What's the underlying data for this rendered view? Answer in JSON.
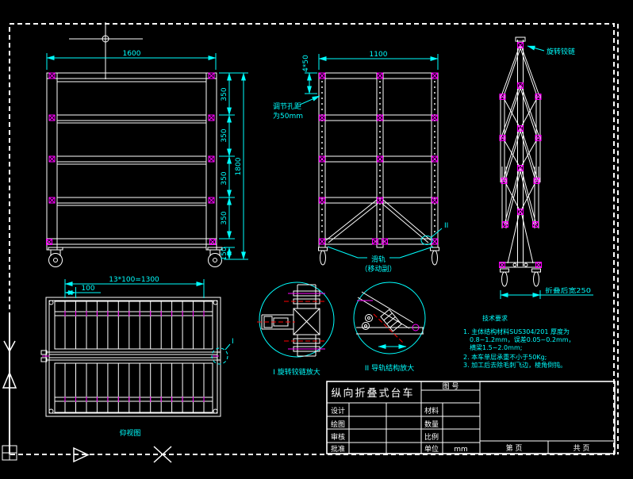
{
  "colors": {
    "background": "#000000",
    "linework": "#ffffff",
    "dimension": "#00ffff",
    "hinge_marker": "#ff00ff",
    "centerline": "#ff0000"
  },
  "front_view": {
    "dim_width": "1600",
    "dim_seg": "350",
    "dim_total": "1800",
    "dim_bottom": "150"
  },
  "side_view": {
    "dim_width": "1100",
    "dim_top": "4*50",
    "note_hole_line1": "调节孔距",
    "note_hole_line2": "为50mm",
    "note_rail_line1": "滑轨",
    "note_rail_line2": "（移动副）",
    "detail_ref": "II"
  },
  "folded_view": {
    "note_hinge": "旋转铰链",
    "dim_folded": "折叠后宽250"
  },
  "bottom_view": {
    "dim_slats": "13*100=1300",
    "dim_pitch": "100",
    "view_label": "仰视图",
    "detail_ref": "I"
  },
  "details": {
    "detail1_label": "I  旋转铰链放大",
    "detail2_label": "II 导轨结构放大"
  },
  "tech": {
    "title": "技术要求",
    "line1": "1. 主体结构材料SUS304/201 厚度为",
    "line2": "0.8~1.2mm，误差0.05~0.2mm，",
    "line3": "横梁1.5~2.0mm;",
    "line4": "2. 本车单层承重不小于50Kg;",
    "line5": "3. 加工后去除毛刺飞边，棱角倒钝。"
  },
  "title_block": {
    "title": "纵向折叠式台车",
    "drawing_no_label": "图  号",
    "design_label": "设计",
    "draw_label": "绘图",
    "check_label": "审核",
    "approve_label": "批准",
    "material_label": "材料",
    "quantity_label": "数量",
    "scale_label": "比例",
    "unit_label": "单位",
    "unit_value": "mm",
    "page_label": "第    页",
    "pages_label": "共    页"
  }
}
